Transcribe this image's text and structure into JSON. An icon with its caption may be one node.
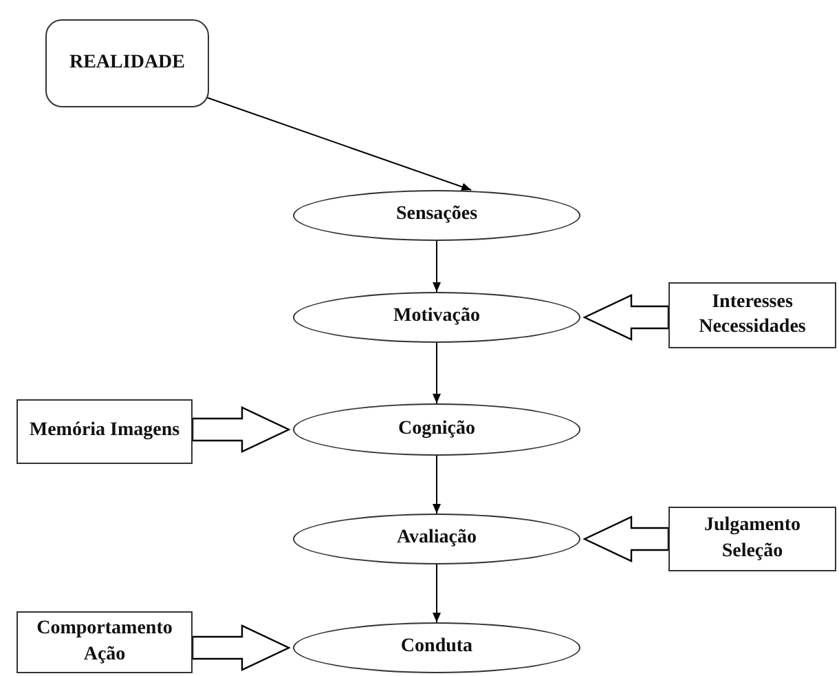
{
  "diagram": {
    "nodes": [
      {
        "text": [
          "REALIDADE"
        ]
      },
      {
        "text": [
          "Sensações"
        ]
      },
      {
        "text": [
          "Motivação"
        ]
      },
      {
        "text": [
          "Interesses Necessidades"
        ]
      },
      {
        "text": [
          "Memória Imagens"
        ]
      },
      {
        "text": [
          "Cognição"
        ]
      },
      {
        "text": [
          "Avaliação"
        ]
      },
      {
        "text": [
          "Julgamento Seleção"
        ]
      },
      {
        "text": [
          "Comportamento Ação"
        ]
      },
      {
        "text": [
          "Conduta"
        ]
      }
    ],
    "edges": [
      {
        "from": 0,
        "to": 1,
        "arrow": "to"
      },
      {
        "from": 1,
        "to": 2,
        "arrow": "to"
      },
      {
        "from": 3,
        "to": 2,
        "arrow": "to",
        "style": "thick"
      },
      {
        "from": 2,
        "to": 5,
        "arrow": "to"
      },
      {
        "from": 4,
        "to": 5,
        "arrow": "to",
        "style": "thick"
      },
      {
        "from": 5,
        "to": 6,
        "arrow": "to"
      },
      {
        "from": 7,
        "to": 6,
        "arrow": "to",
        "style": "thick"
      },
      {
        "from": 6,
        "to": 9,
        "arrow": "to"
      },
      {
        "from": 8,
        "to": 9,
        "arrow": "to",
        "style": "thick"
      }
    ]
  }
}
